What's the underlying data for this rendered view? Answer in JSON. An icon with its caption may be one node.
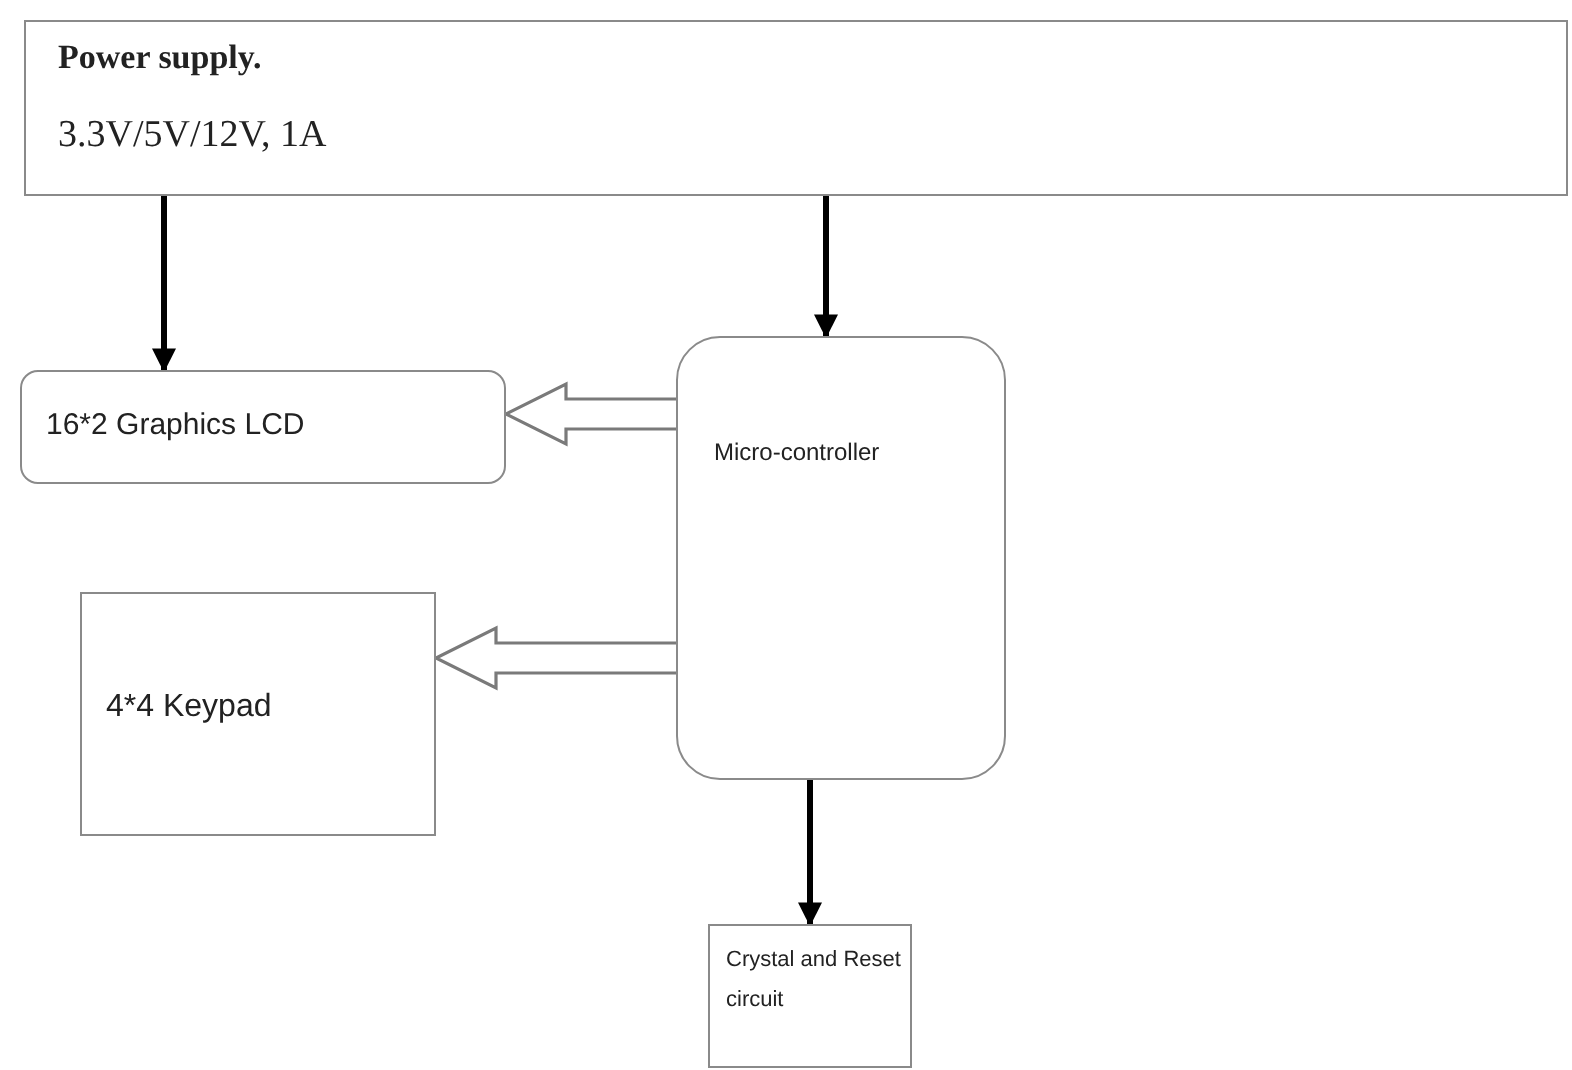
{
  "diagram": {
    "nodes": [
      {
        "text": [
          "Power supply.",
          "3.3V/5V/12V, 1A"
        ]
      },
      {
        "text": [
          "16*2 Graphics LCD"
        ]
      },
      {
        "text": [
          "Micro-controller"
        ]
      },
      {
        "text": [
          "4*4 Keypad"
        ]
      },
      {
        "text": [
          "Crystal and Reset circuit"
        ]
      }
    ],
    "edges": [
      {
        "from": 0,
        "to": 1,
        "arrow": "to"
      },
      {
        "from": 0,
        "to": 2,
        "arrow": "to"
      },
      {
        "from": 2,
        "to": 1,
        "arrow": "to",
        "style": "thick"
      },
      {
        "from": 2,
        "to": 3,
        "arrow": "to",
        "style": "thick"
      },
      {
        "from": 2,
        "to": 4,
        "arrow": "to"
      }
    ]
  }
}
